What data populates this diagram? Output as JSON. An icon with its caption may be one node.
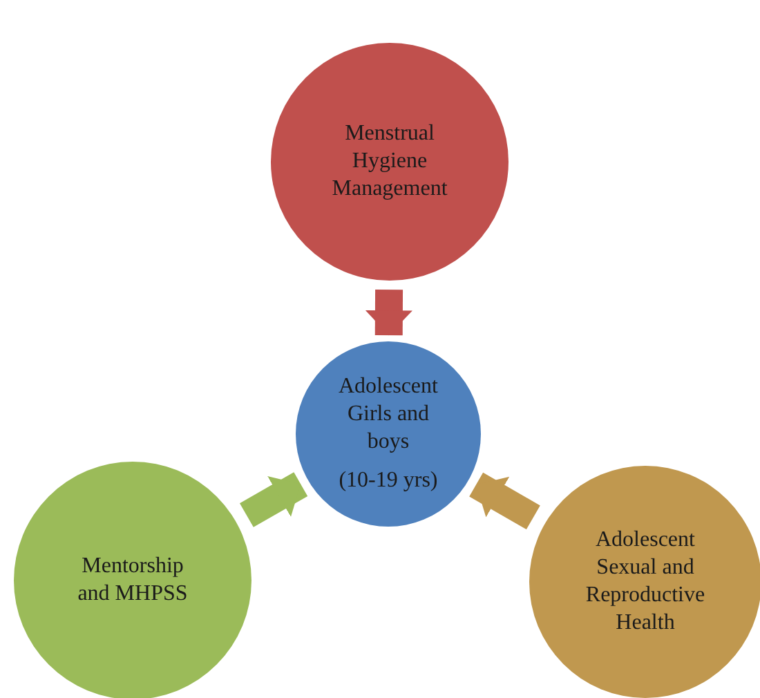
{
  "diagram": {
    "nodes": [
      {
        "text": [
          "Menstrual Hygiene Management"
        ]
      },
      {
        "text": [
          "Adolescent Girls and boys",
          "(10-19 yrs)"
        ]
      },
      {
        "text": [
          "Mentorship and MHPSS"
        ]
      },
      {
        "text": [
          "Adolescent Sexual and Reproductive Health"
        ]
      }
    ],
    "edges": [
      {
        "from": 0,
        "to": 1,
        "arrow": "to",
        "color": "#c0504d"
      },
      {
        "from": 2,
        "to": 1,
        "arrow": "to",
        "color": "#9bbb59"
      },
      {
        "from": 3,
        "to": 1,
        "arrow": "to",
        "color": "#c0984f"
      }
    ]
  }
}
